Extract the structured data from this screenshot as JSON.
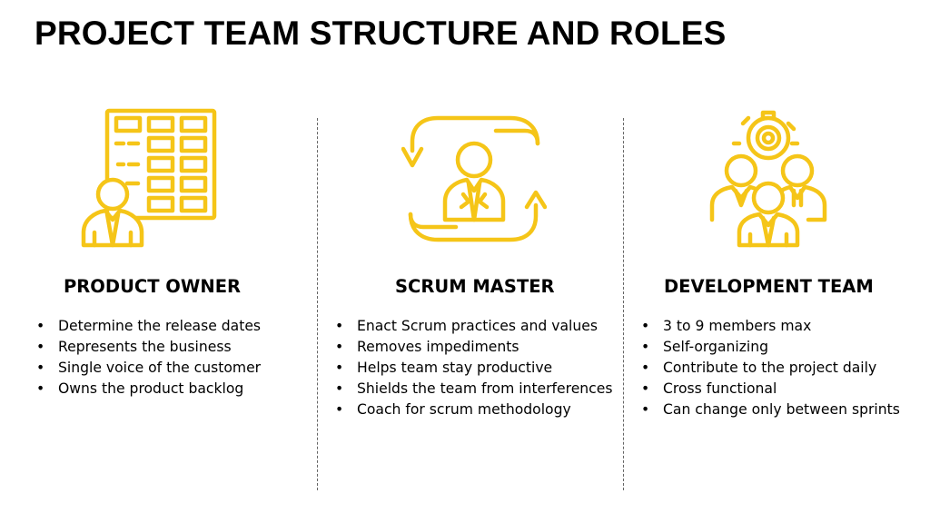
{
  "title": "PROJECT TEAM STRUCTURE AND ROLES",
  "accent_color": "#F5C518",
  "columns": [
    {
      "heading": "PRODUCT OWNER",
      "icon": "product-backlog-person-icon",
      "bullets": [
        "Determine the release dates",
        "Represents the business",
        "Single voice of the customer",
        "Owns the product backlog"
      ]
    },
    {
      "heading": "SCRUM MASTER",
      "icon": "scrum-cycle-person-icon",
      "bullets": [
        "Enact Scrum practices and values",
        "Removes impediments",
        "Helps team stay productive",
        "Shields the team from interferences",
        "Coach for scrum methodology"
      ]
    },
    {
      "heading": "DEVELOPMENT TEAM",
      "icon": "team-gear-icon",
      "bullets": [
        "3 to 9 members max",
        "Self-organizing",
        "Contribute to the project daily",
        "Cross functional",
        "Can change only between sprints"
      ]
    }
  ]
}
